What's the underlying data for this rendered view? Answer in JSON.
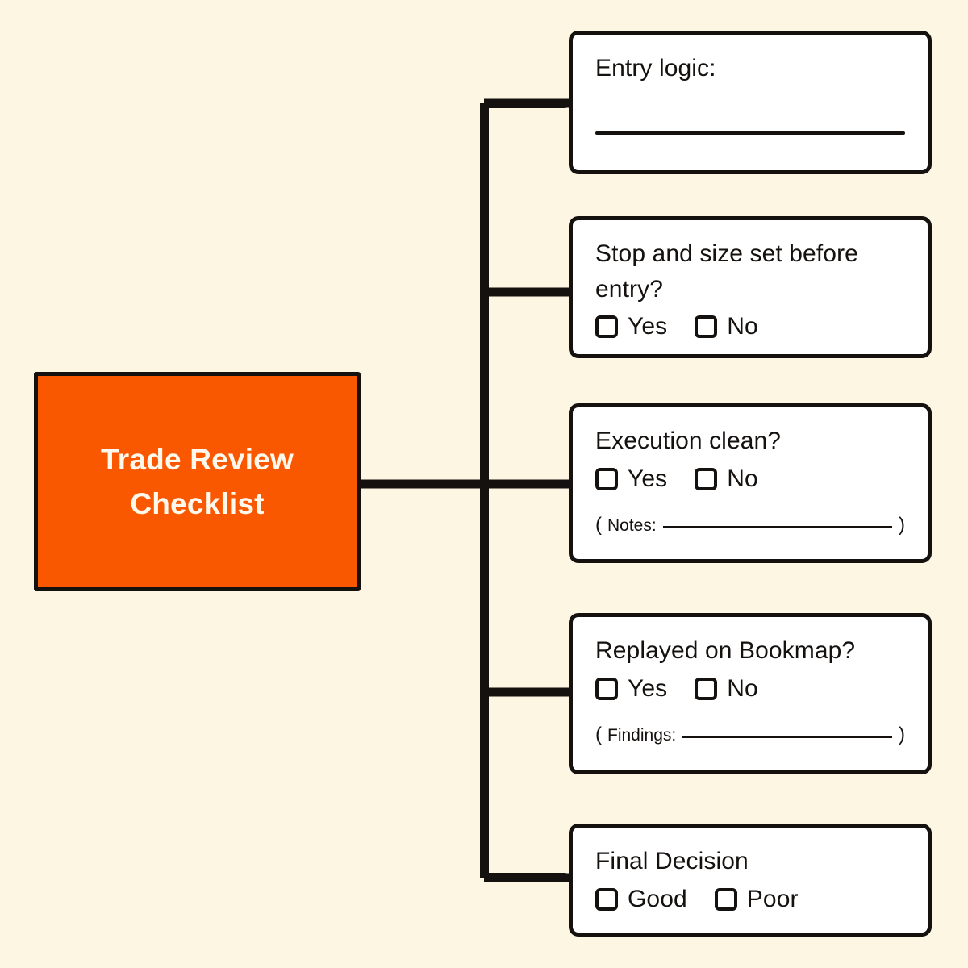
{
  "canvas": {
    "background_color": "#FDF6E3",
    "line_color": "#14110F"
  },
  "root": {
    "label": "Trade Review Checklist",
    "label_line1": "Trade Review",
    "label_line2": "Checklist",
    "fill_color": "#FA5800",
    "text_color": "#FFF8EC",
    "border_color": "#14110F"
  },
  "branches": [
    {
      "id": "entry-logic",
      "title": "Entry logic:",
      "has_answer_rule": true,
      "options": [],
      "note": null
    },
    {
      "id": "stop-and-size",
      "title": "Stop and size set before entry?",
      "has_answer_rule": false,
      "options": [
        "Yes",
        "No"
      ],
      "note": null
    },
    {
      "id": "execution-clean",
      "title": "Execution clean?",
      "has_answer_rule": false,
      "options": [
        "Yes",
        "No"
      ],
      "note": {
        "open_paren": "(",
        "label": "Notes:",
        "close_paren": ")"
      }
    },
    {
      "id": "replayed-on-bookmap",
      "title": "Replayed on Bookmap?",
      "has_answer_rule": false,
      "options": [
        "Yes",
        "No"
      ],
      "note": {
        "open_paren": "(",
        "label": "Findings:",
        "close_paren": ")"
      }
    },
    {
      "id": "final-decision",
      "title": "Final Decision",
      "has_answer_rule": false,
      "options": [
        "Good",
        "Poor"
      ],
      "note": null
    }
  ]
}
